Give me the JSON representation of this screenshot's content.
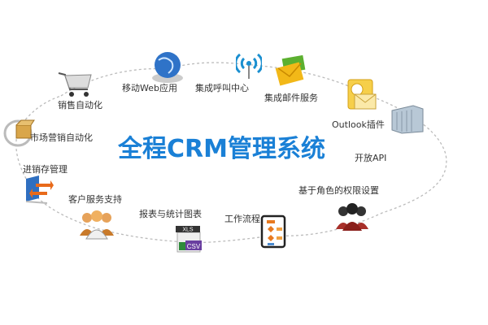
{
  "title": "全程CRM管理系统",
  "colors": {
    "title": "#1a80d6",
    "ring": "#bbbbbb"
  },
  "modules": [
    {
      "label": "销售自动化",
      "icon": "shopping-cart-icon"
    },
    {
      "label": "移动Web应用",
      "icon": "globe-icon"
    },
    {
      "label": "集成呼叫中心",
      "icon": "wireless-signal-icon"
    },
    {
      "label": "集成邮件服务",
      "icon": "envelope-icon"
    },
    {
      "label": "Outlook插件",
      "icon": "outlook-clock-envelope-icon"
    },
    {
      "label": "开放API",
      "icon": "server-icon"
    },
    {
      "label": "基于角色的权限设置",
      "icon": "user-group-icon"
    },
    {
      "label": "工作流程",
      "icon": "flowchart-icon"
    },
    {
      "label": "报表与统计图表",
      "icon": "spreadsheet-file-icon"
    },
    {
      "label": "客户服务支持",
      "icon": "support-team-icon"
    },
    {
      "label": "进销存管理",
      "icon": "monitor-arrows-icon"
    },
    {
      "label": "市场营销自动化",
      "icon": "package-box-icon"
    }
  ],
  "file_badges": {
    "xls": "XLS",
    "csv": "CSV"
  }
}
